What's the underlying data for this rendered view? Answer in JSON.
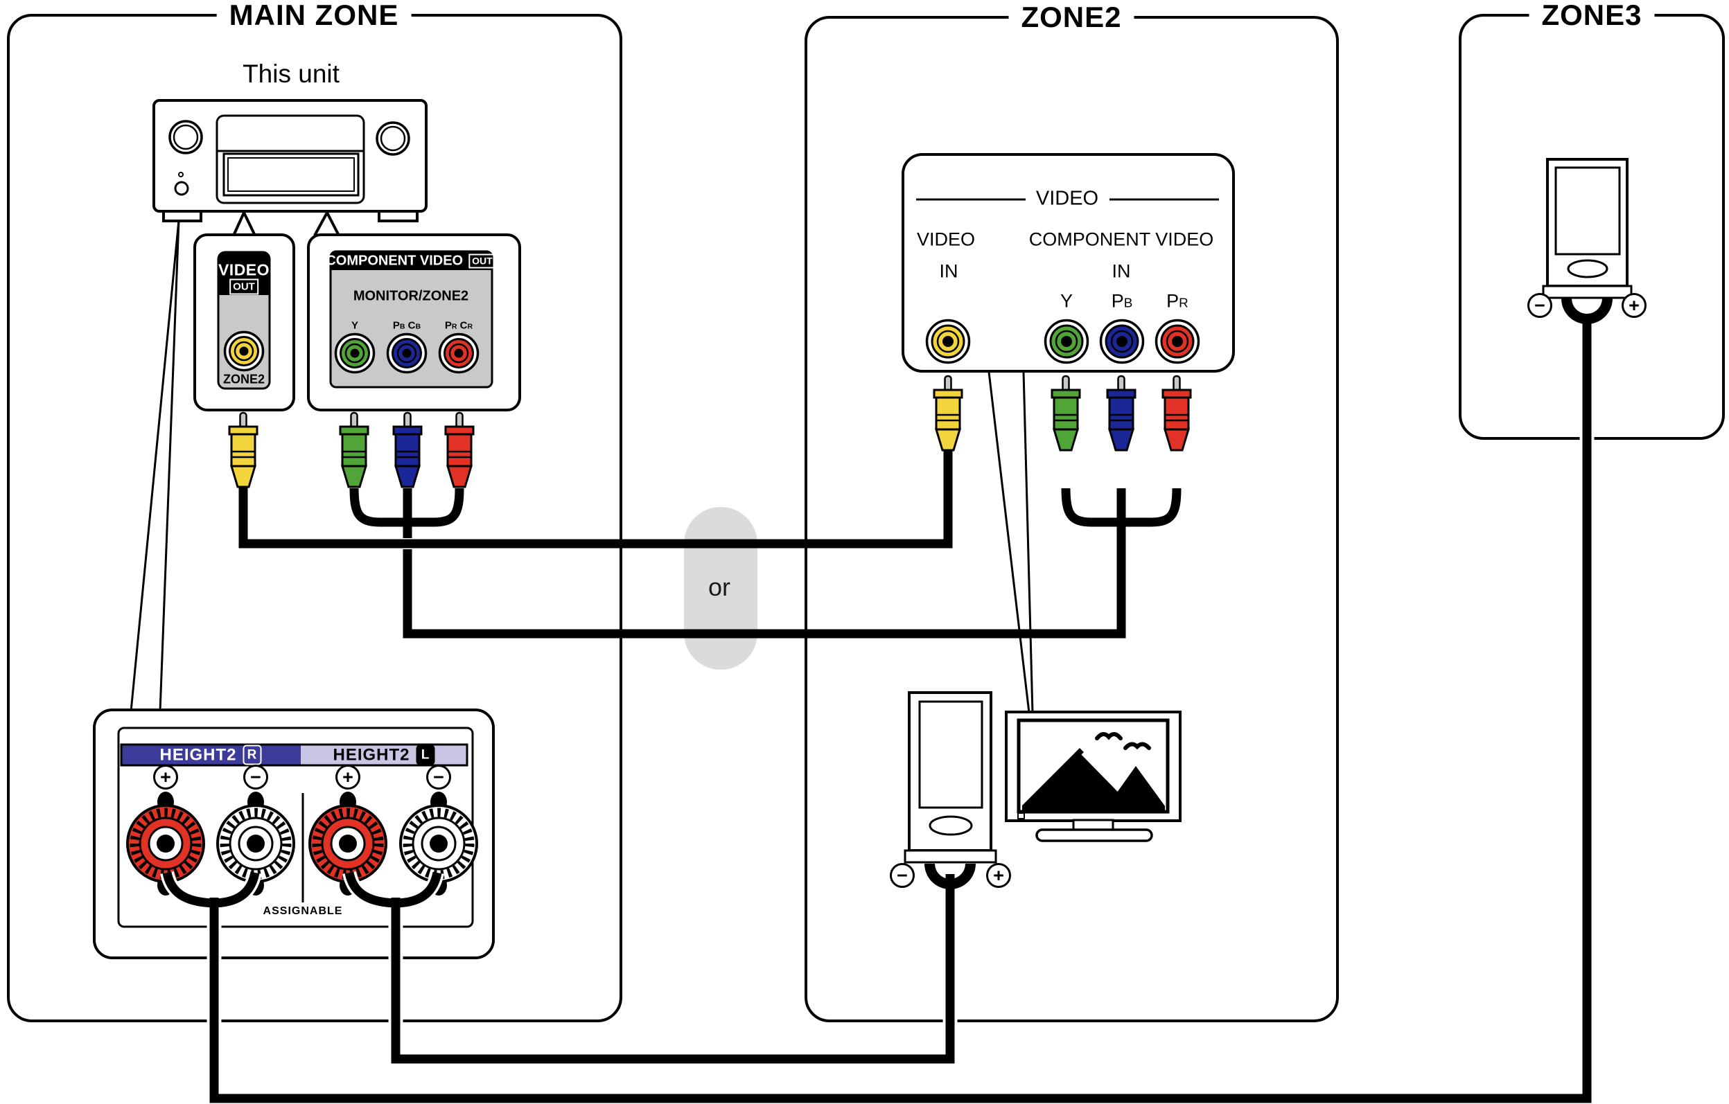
{
  "zones": {
    "main_title": "MAIN ZONE",
    "zone2_title": "ZONE2",
    "zone3_title": "ZONE3",
    "unit_label": "This unit"
  },
  "video_out_panel": {
    "title": "VIDEO",
    "badge": "OUT",
    "jack_label": "ZONE2"
  },
  "component_out_panel": {
    "title": "COMPONENT VIDEO",
    "badge": "OUT",
    "subtitle": "MONITOR/ZONE2",
    "jack_labels": [
      "Y",
      "P_B C_B",
      "P_R C_R"
    ]
  },
  "zone2_video_panel": {
    "group_title": "VIDEO",
    "video_in_line1": "VIDEO",
    "video_in_line2": "IN",
    "component_in_line1": "COMPONENT VIDEO",
    "component_in_line2": "IN",
    "jack_labels": [
      "Y",
      "P_B",
      "P_R"
    ]
  },
  "speaker_terminals": {
    "right_name": "HEIGHT2",
    "right_channel": "R",
    "left_name": "HEIGHT2",
    "left_channel": "L",
    "note": "ASSIGNABLE",
    "polarities": [
      "+",
      "−",
      "+",
      "−"
    ]
  },
  "zone2_speaker": {
    "neg": "−",
    "pos": "+"
  },
  "zone3_speaker": {
    "neg": "−",
    "pos": "+"
  },
  "alt_label": "or",
  "colors": {
    "yellow": "#F2D43C",
    "green": "#51A437",
    "blue": "#1B2697",
    "red": "#E23226",
    "panel_gray": "#C9C9C9",
    "capsule_gray": "#DBDBDB",
    "height2_right_bg": "#3C3B99",
    "height2_left_bg": "#C9C5E5",
    "pin_gray": "#C9C9C9",
    "line": "#000000"
  }
}
